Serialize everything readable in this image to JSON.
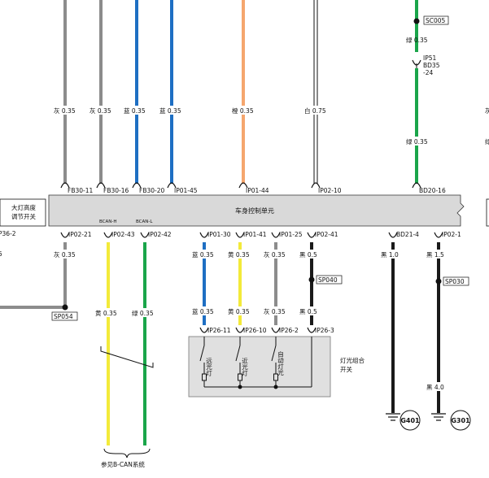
{
  "ecu": {
    "label": "车身控制单元"
  },
  "headlamp_switch": {
    "label_line1": "大灯高度",
    "label_line2": "调节开关",
    "pin": "P36-2",
    "pin_partial": "5"
  },
  "light_switch": {
    "label_line1": "灯光组合",
    "label_line2": "开关",
    "sub_switches": [
      "远光灯",
      "近光灯",
      "自动灯光"
    ]
  },
  "top_wires": [
    {
      "id": "fb30-11",
      "color_label": "灰",
      "gauge": "0.35",
      "pin": "FB30-11",
      "stroke": "#8c8c8c"
    },
    {
      "id": "fb30-16",
      "color_label": "灰",
      "gauge": "0.35",
      "pin": "FB30-16",
      "stroke": "#8c8c8c"
    },
    {
      "id": "fb30-20",
      "color_label": "蓝",
      "gauge": "0.35",
      "pin": "FB30-20",
      "stroke": "#1e6fc3"
    },
    {
      "id": "ip01-45",
      "color_label": "蓝",
      "gauge": "0.35",
      "pin": "IP01-45",
      "stroke": "#1e6fc3"
    },
    {
      "id": "ip01-44",
      "color_label": "橙",
      "gauge": "0.35",
      "pin": "IP01-44",
      "stroke": "#f5a66e"
    },
    {
      "id": "ip02-10",
      "color_label": "白",
      "gauge": "0.75",
      "pin": "IP02-10",
      "stroke": "#ffffff"
    },
    {
      "id": "bd20-16",
      "color_label": "绿",
      "gauge": "0.35",
      "pin": "BD20-16",
      "stroke": "#1aa54a"
    }
  ],
  "green_top": {
    "splice": "SC005",
    "gauge_upper": "绿 0.35",
    "connector": [
      "IP51",
      "BD35",
      "-24"
    ]
  },
  "bottom_pins": [
    {
      "id": "ip02-21",
      "pin": "IP02-21",
      "color_label": "灰",
      "gauge": "0.35",
      "bus": ""
    },
    {
      "id": "ip02-43",
      "pin": "IP02-43",
      "color_label": "黄",
      "gauge": "0.35",
      "bus": "BCAN-H"
    },
    {
      "id": "ip02-42",
      "pin": "IP02-42",
      "color_label": "绿",
      "gauge": "0.35",
      "bus": "BCAN-L"
    },
    {
      "id": "ip01-30",
      "pin": "IP01-30",
      "color_label": "蓝",
      "gauge": "0.35",
      "bus": ""
    },
    {
      "id": "ip01-41",
      "pin": "IP01-41",
      "color_label": "黄",
      "gauge": "0.35",
      "bus": ""
    },
    {
      "id": "ip01-25",
      "pin": "IP01-25",
      "color_label": "灰",
      "gauge": "0.35",
      "bus": ""
    },
    {
      "id": "ip02-41",
      "pin": "IP02-41",
      "color_label": "黑",
      "gauge": "0.5",
      "bus": ""
    },
    {
      "id": "bd21-4",
      "pin": "BD21-4",
      "color_label": "黑",
      "gauge": "1.0",
      "bus": ""
    },
    {
      "id": "ip02-1",
      "pin": "IP02-1",
      "color_label": "黑",
      "gauge": "1.5",
      "bus": ""
    }
  ],
  "lower_labels": {
    "ip26": [
      {
        "pin": "IP26-11",
        "color_label": "蓝",
        "gauge": "0.35"
      },
      {
        "pin": "IP26-10",
        "color_label": "黄",
        "gauge": "0.35"
      },
      {
        "pin": "IP26-2",
        "color_label": "灰",
        "gauge": "0.35"
      },
      {
        "pin": "IP26-3",
        "color_label": "黑",
        "gauge": "0.5"
      }
    ],
    "bcan": [
      {
        "color_label": "黄",
        "gauge": "0.35"
      },
      {
        "color_label": "绿",
        "gauge": "0.35"
      }
    ],
    "bcan_note": "参见B-CAN系统",
    "sp040": "SP040",
    "sp030": "SP030",
    "sp054": "SP054",
    "g301_wire": {
      "color_label": "黑",
      "gauge": "4.0"
    }
  },
  "grounds": [
    "G401",
    "G301"
  ],
  "colors": {
    "grey": "#8c8c8c",
    "blue": "#1e6fc3",
    "orange": "#f5a66e",
    "green": "#1aa54a",
    "yellow": "#f3ea3a",
    "black": "#1a1a1a",
    "ecu_fill": "#d9d9d9",
    "switch_fill": "#e0e0e0"
  }
}
